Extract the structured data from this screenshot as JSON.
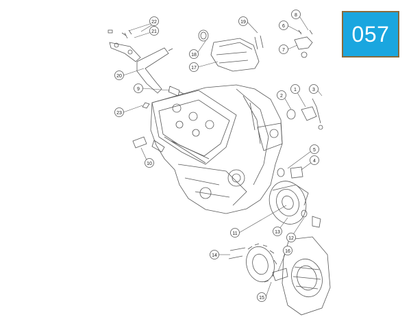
{
  "page_code": "057",
  "colors": {
    "badge_bg": "#1aa6df",
    "badge_border": "#8a6a3a",
    "line": "#555555",
    "callout_stroke": "#555555"
  },
  "callouts": [
    "1",
    "2",
    "3",
    "4",
    "5",
    "6",
    "7",
    "8",
    "9",
    "10",
    "11",
    "12",
    "13",
    "14",
    "15",
    "16",
    "17",
    "18",
    "19",
    "20",
    "21",
    "22",
    "23"
  ]
}
